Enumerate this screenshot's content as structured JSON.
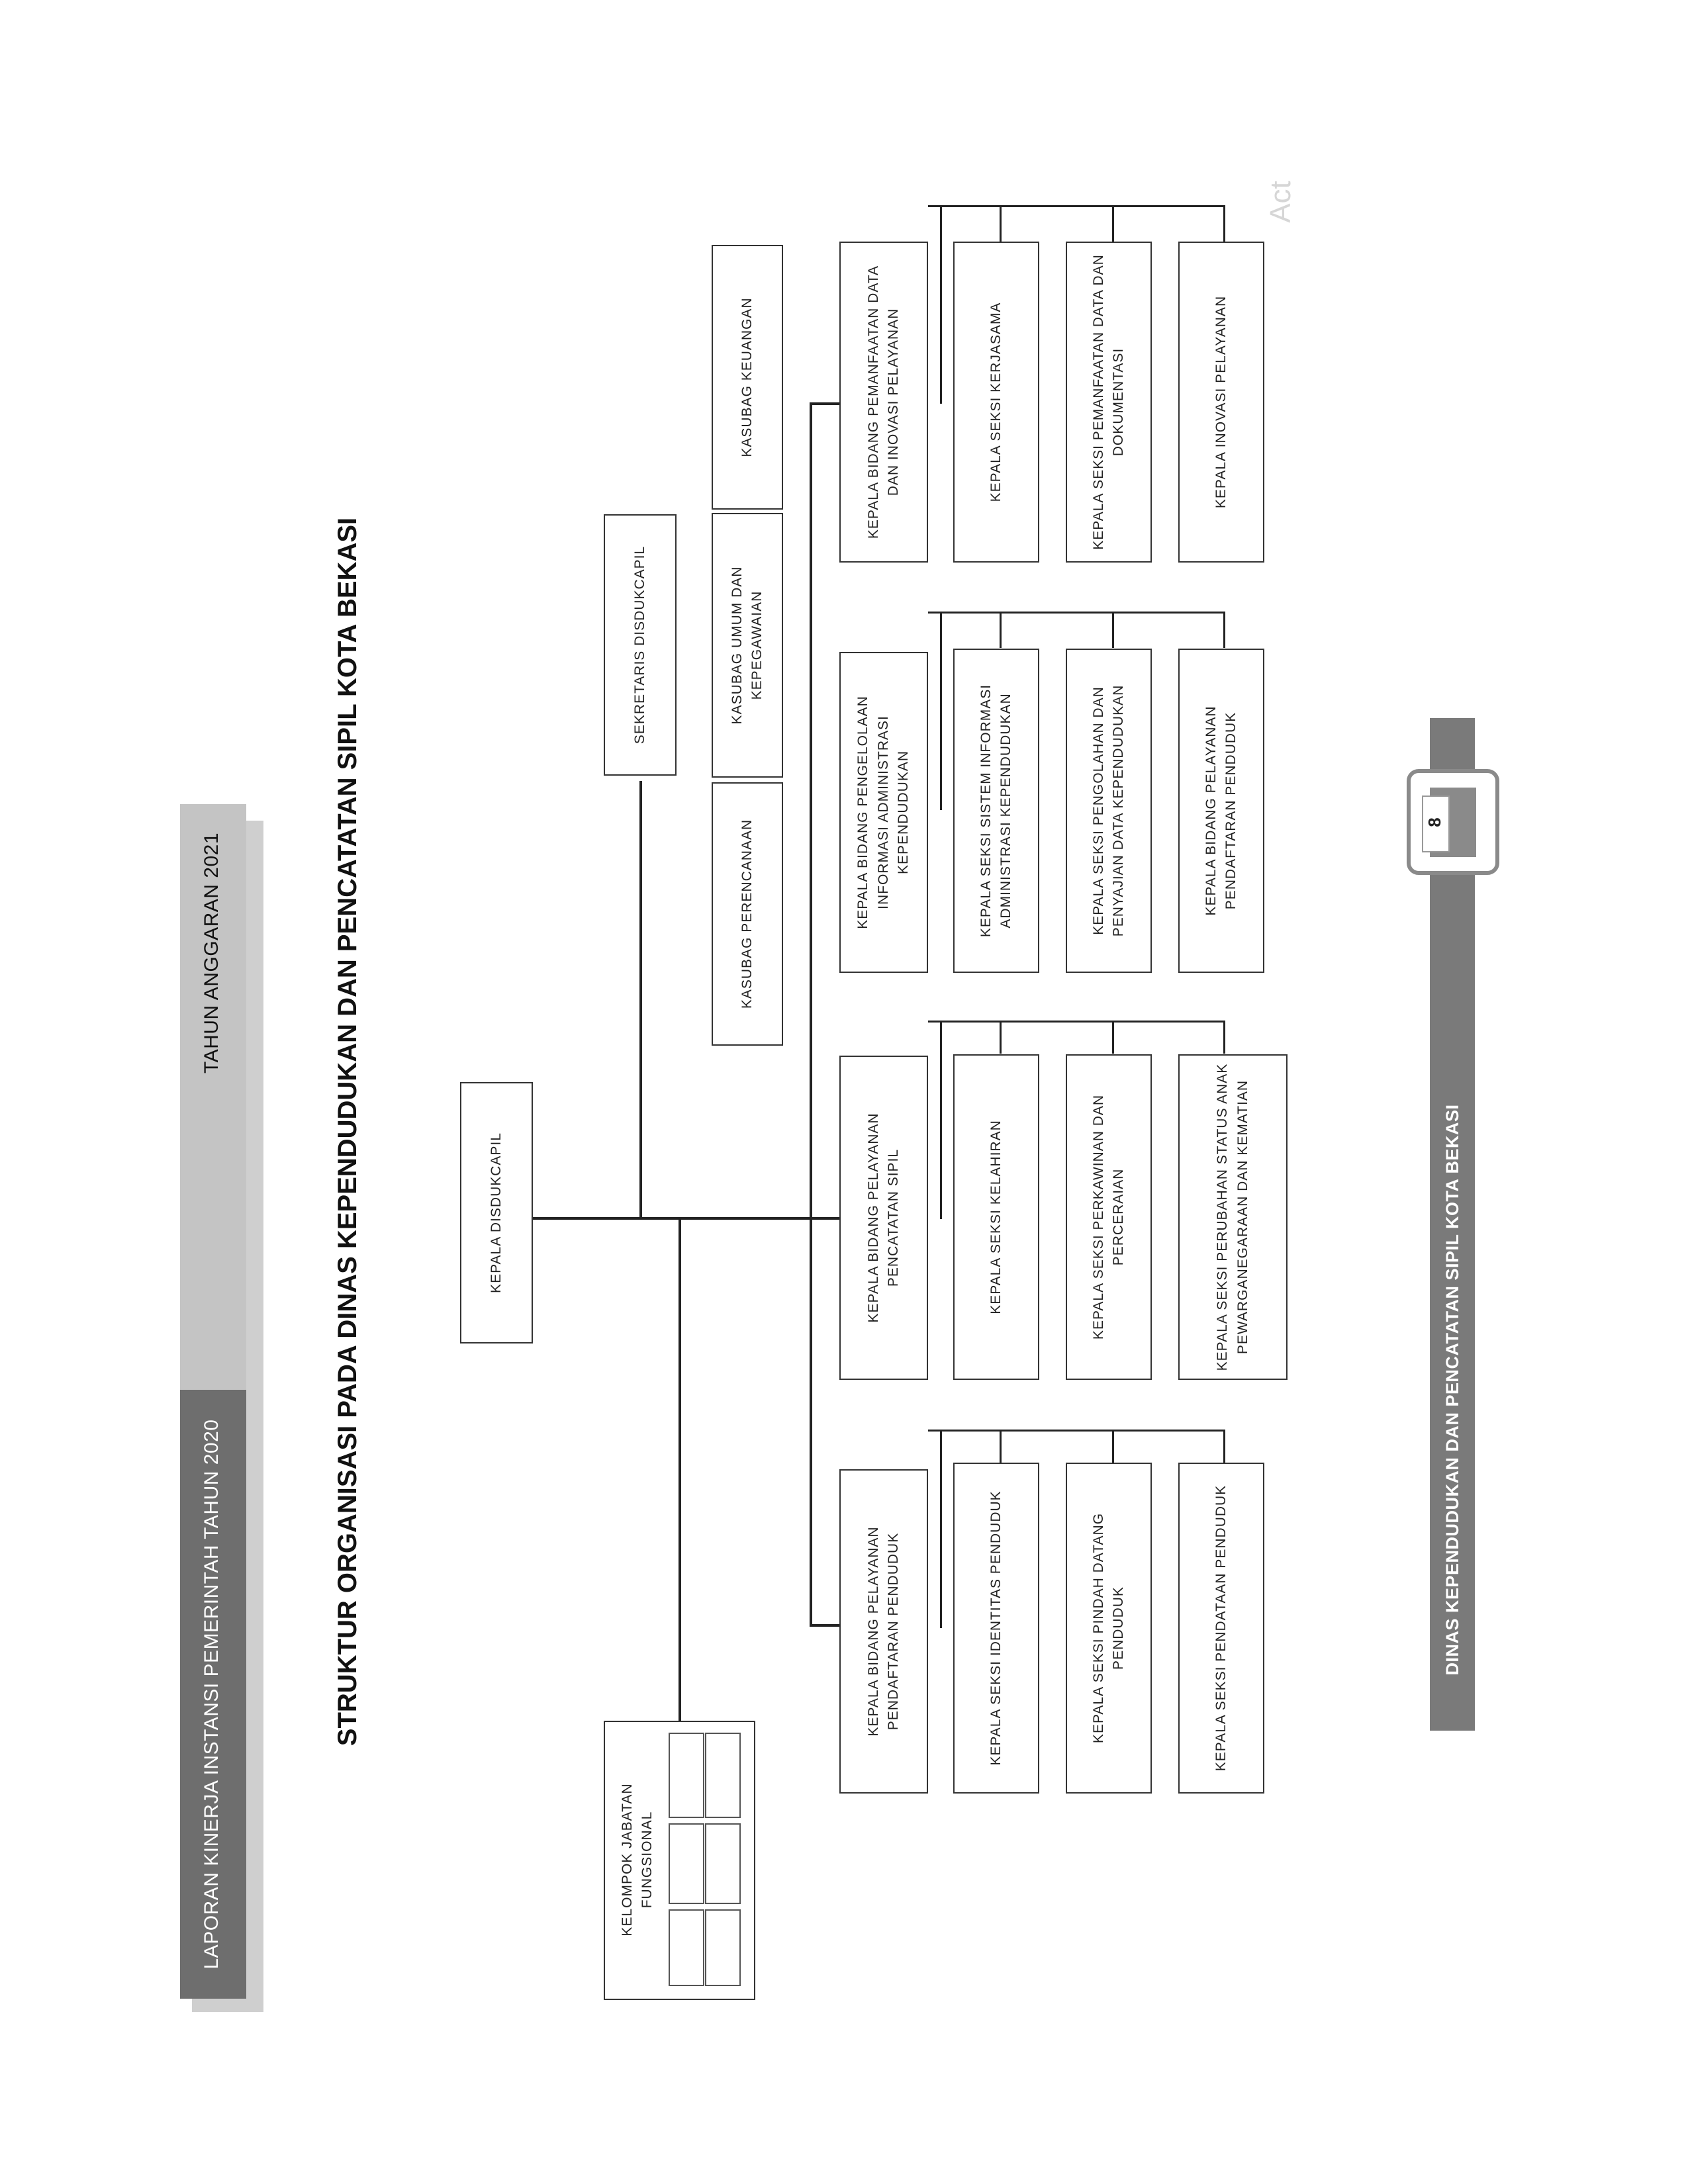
{
  "header": {
    "left_text": "LAPORAN KINERJA INSTANSI PEMERINTAH TAHUN 2020",
    "right_text": "TAHUN ANGGARAN 2021"
  },
  "title": "STRUKTUR ORGANISASI PADA DINAS KEPENDUDUKAN DAN PENCATATAN SIPIL KOTA BEKASI",
  "nodes": {
    "kepala": "KEPALA DISDUKCAPIL",
    "sekretaris": "SEKRETARIS DISDUKCAPIL",
    "kasubag_perencanaan": "KASUBAG PERENCANAAN",
    "kasubag_umum": "KASUBAG UMUM DAN KEPEGAWAIAN",
    "kasubag_keuangan": "KASUBAG KEUANGAN",
    "fungsional": "KELOMPOK JABATAN FUNGSIONAL",
    "bidang1": "KEPALA BIDANG PELAYANAN PENDAFTARAN PENDUDUK",
    "b1_s1": "KEPALA SEKSI IDENTITAS PENDUDUK",
    "b1_s2": "KEPALA SEKSI PINDAH DATANG PENDUDUK",
    "b1_s3": "KEPALA SEKSI PENDATAAN PENDUDUK",
    "bidang2": "KEPALA BIDANG PELAYANAN PENCATATAN SIPIL",
    "b2_s1": "KEPALA SEKSI KELAHIRAN",
    "b2_s2": "KEPALA SEKSI PERKAWINAN DAN PERCERAIAN",
    "b2_s3": "KEPALA SEKSI PERUBAHAN STATUS ANAK PEWARGANEGARAAN DAN KEMATIAN",
    "bidang3": "KEPALA BIDANG PENGELOLAAN INFORMASI ADMINISTRASI KEPENDUDUKAN",
    "b3_s1": "KEPALA SEKSI SISTEM INFORMASI ADMINISTRASI KEPENDUDUKAN",
    "b3_s2": "KEPALA SEKSI PENGOLAHAN DAN PENYAJIAN DATA KEPENDUDUKAN",
    "b3_s3": "KEPALA BIDANG PELAYANAN PENDAFTARAN PENDUDUK",
    "bidang4": "KEPALA BIDANG PEMANFAATAN DATA DAN INOVASI PELAYANAN",
    "b4_s1": "KEPALA SEKSI KERJASAMA",
    "b4_s2": "KEPALA SEKSI PEMANFAATAN DATA DAN DOKUMENTASI",
    "b4_s3": "KEPALA INOVASI PELAYANAN"
  },
  "footer": {
    "text": "DINAS KEPENDUDUKAN DAN PENCATATAN SIPIL KOTA BEKASI",
    "page_number": "8"
  },
  "watermark": "Act"
}
